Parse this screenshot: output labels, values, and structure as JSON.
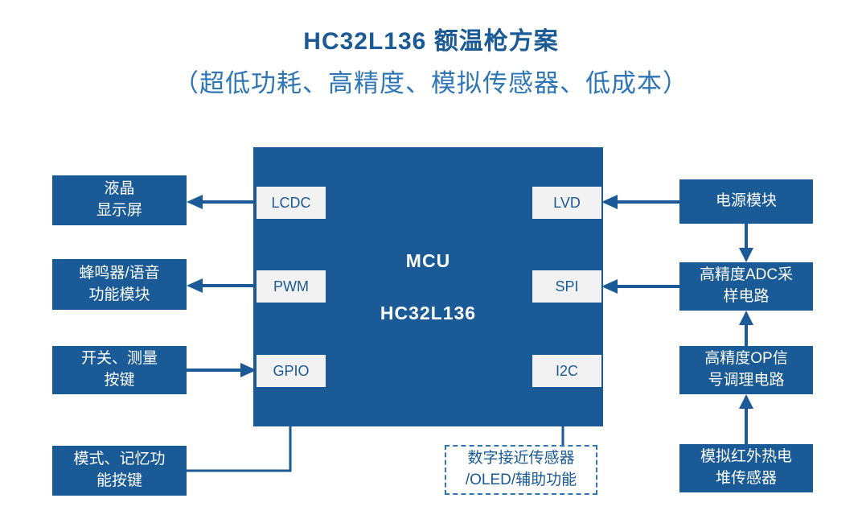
{
  "title": "HC32L136 额温枪方案",
  "subtitle": "（超低功耗、高精度、模拟传感器、低成本）",
  "colors": {
    "primary": "#1A5A96",
    "subtitle": "#2E75B6",
    "port_background": "#F2F2F2",
    "block_text": "#FFFFFF"
  },
  "mcu": {
    "name": "MCU",
    "part": "HC32L136",
    "ports": {
      "lcdc": "LCDC",
      "pwm": "PWM",
      "gpio": "GPIO",
      "lvd": "LVD",
      "spi": "SPI",
      "i2c": "I2C"
    }
  },
  "blocks": {
    "lcd": {
      "lines": [
        "液晶",
        "显示屏"
      ]
    },
    "buzzer": {
      "lines": [
        "蜂鸣器/语音",
        "功能模块"
      ]
    },
    "keys": {
      "lines": [
        "开关、测量",
        "按键"
      ]
    },
    "mode_keys": {
      "lines": [
        "模式、记忆功",
        "能按键"
      ]
    },
    "power": {
      "lines": [
        "电源模块"
      ]
    },
    "adc": {
      "lines": [
        "高精度ADC采",
        "样电路"
      ]
    },
    "op": {
      "lines": [
        "高精度OP信",
        "号调理电路"
      ]
    },
    "thermopile": {
      "lines": [
        "模拟红外热电",
        "堆传感器"
      ]
    },
    "proximity": {
      "lines": [
        "数字接近传感器",
        "/OLED/辅助功能"
      ]
    }
  }
}
